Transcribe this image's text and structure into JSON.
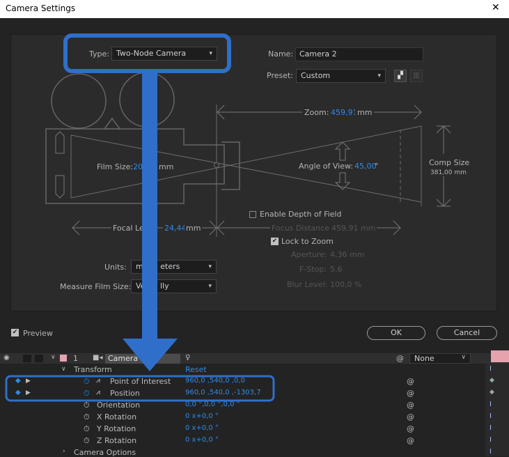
{
  "window": {
    "title": "Camera Settings",
    "close": "✕"
  },
  "settings": {
    "type_label": "Type:",
    "type_value": "Two-Node Camera",
    "name_label": "Name:",
    "name_value": "Camera 2",
    "preset_label": "Preset:",
    "preset_value": "Custom",
    "zoom_label": "Zoom:",
    "zoom_value": "459,91",
    "zoom_unit": "mm",
    "film_size_label": "Film Size:",
    "film_size_value": "20,2",
    "film_size_unit": "mm",
    "angle_label": "Angle of View:",
    "angle_value": "45,00",
    "angle_unit": "°",
    "comp_size_label": "Comp Size",
    "comp_size_value": "381,00 mm",
    "focal_label": "Focal Len",
    "focal_value": "24,44",
    "focal_unit": "mm",
    "dof_label": "Enable Depth of Field",
    "focus_label": "Focus Distance:",
    "focus_value": "459,91 mm",
    "lock_label": "Lock to Zoom",
    "aperture_label": "Aperture:",
    "aperture_value": "4,36 mm",
    "fstop_label": "F-Stop:",
    "fstop_value": "5,6",
    "blur_label": "Blur Level:",
    "blur_value": "100,0 %",
    "units_label": "Units:",
    "units_value": "mi",
    "units_value_tail": "eters",
    "measure_label": "Measure Film Size:",
    "measure_value": "Ve",
    "measure_value_tail": "lly"
  },
  "footer": {
    "preview_label": "Preview",
    "ok": "OK",
    "cancel": "Cancel"
  },
  "timeline": {
    "layer_number": "1",
    "layer_name": "Camera 2",
    "parent": "None",
    "transform_label": "Transform",
    "reset_label": "Reset",
    "camera_options": "Camera Options",
    "rows": [
      {
        "label": "Point of Interest",
        "value": "960,0 ,540,0 ,0,0"
      },
      {
        "label": "Position",
        "value": "960,0 ,540,0 ,-1303,7"
      },
      {
        "label": "Orientation",
        "value": "0,0 °,0,0 °,0,0 °"
      },
      {
        "label": "X Rotation",
        "value": "0 x+0,0 °"
      },
      {
        "label": "Y Rotation",
        "value": "0 x+0,0 °"
      },
      {
        "label": "Z Rotation",
        "value": "0 x+0,0 °"
      }
    ]
  },
  "colors": {
    "accent": "#2d8ceb",
    "annotation": "#2f6fc9"
  }
}
